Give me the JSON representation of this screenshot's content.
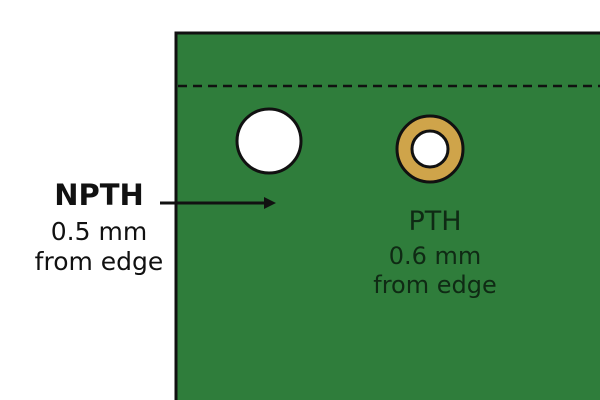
{
  "colors": {
    "board": "#2f7d3b",
    "board_outline": "#111111",
    "copper_ring": "#cfa44a",
    "drill_hole": "#ffffff",
    "pth_text": "#0f2a14",
    "npth_text": "#111111"
  },
  "npth": {
    "title": "NPTH",
    "line1": "0.5 mm",
    "line2": "from edge"
  },
  "pth": {
    "title": "PTH",
    "line1": "0.6 mm",
    "line2": "from edge"
  }
}
